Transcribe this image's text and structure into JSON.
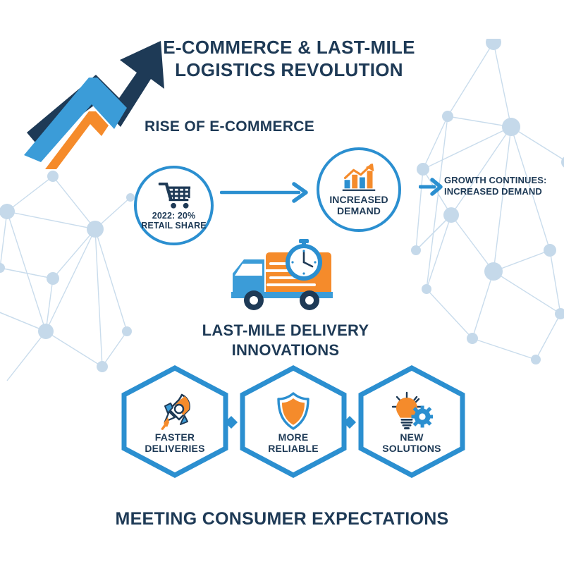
{
  "meta": {
    "main_title_line1": "E-COMMERCE & LAST-MILE",
    "main_title_line2": "LOGISTICS REVOLUTION"
  },
  "colors": {
    "navy": "#1e3a56",
    "blue": "#2b8fd0",
    "light_blue": "#4aa3dc",
    "orange": "#f58b2b",
    "network": "#c9dcec",
    "background": "#ffffff"
  },
  "sections": {
    "rise": {
      "title": "RISE OF E-COMMERCE",
      "node_cart": {
        "icon": "shopping-cart-icon",
        "label_line1": "2022: 20%",
        "label_line2": "RETAIL SHARE"
      },
      "arrow_middle": "arrow-right-icon",
      "node_demand": {
        "icon": "growth-bar-chart-icon",
        "label_line1": "INCREASED",
        "label_line2": "DEMAND"
      },
      "arrow_end": "arrow-right-icon",
      "growth_note_line1": "GROWTH CONTINUES:",
      "growth_note_line2": "INCREASED DEMAND"
    },
    "lastmile": {
      "icon": "delivery-truck-stopwatch-icon",
      "title_line1": "LAST-MILE DELIVERY",
      "title_line2": "INNOVATIONS",
      "hexagons": [
        {
          "icon": "rocket-icon",
          "label_line1": "FASTER",
          "label_line2": "DELIVERIES"
        },
        {
          "icon": "shield-icon",
          "label_line1": "MORE",
          "label_line2": "RELIABLE"
        },
        {
          "icon": "lightbulb-gear-icon",
          "label_line1": "NEW",
          "label_line2": "SOLUTIONS"
        }
      ]
    },
    "footer": {
      "title": "MEETING CONSUMER EXPECTATIONS"
    },
    "decor": {
      "corner_graphic": "growth-arrow-icon",
      "network_left": "network-nodes-pattern",
      "network_right": "network-nodes-pattern"
    }
  }
}
